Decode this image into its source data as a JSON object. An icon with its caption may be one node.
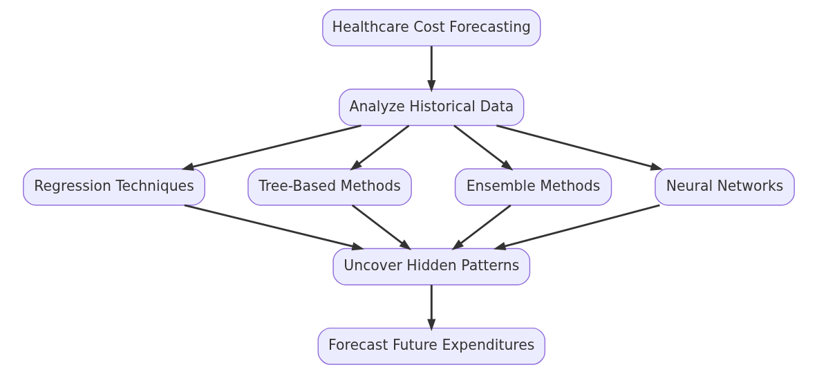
{
  "diagram": {
    "nodes": [
      {
        "text": [
          "Healthcare Cost Forecasting"
        ]
      },
      {
        "text": [
          "Analyze Historical Data"
        ]
      },
      {
        "text": [
          "Regression Techniques"
        ]
      },
      {
        "text": [
          "Tree-Based Methods"
        ]
      },
      {
        "text": [
          "Ensemble Methods"
        ]
      },
      {
        "text": [
          "Neural Networks"
        ]
      },
      {
        "text": [
          "Uncover Hidden Patterns"
        ]
      },
      {
        "text": [
          "Forecast Future Expenditures"
        ]
      }
    ],
    "edges": [
      {
        "from": 0,
        "to": 1,
        "arrow": "to"
      },
      {
        "from": 1,
        "to": 2,
        "arrow": "to"
      },
      {
        "from": 1,
        "to": 3,
        "arrow": "to"
      },
      {
        "from": 1,
        "to": 4,
        "arrow": "to"
      },
      {
        "from": 1,
        "to": 5,
        "arrow": "to"
      },
      {
        "from": 2,
        "to": 6,
        "arrow": "to"
      },
      {
        "from": 3,
        "to": 6,
        "arrow": "to"
      },
      {
        "from": 4,
        "to": 6,
        "arrow": "to"
      },
      {
        "from": 5,
        "to": 6,
        "arrow": "to"
      },
      {
        "from": 6,
        "to": 7,
        "arrow": "to"
      }
    ]
  }
}
